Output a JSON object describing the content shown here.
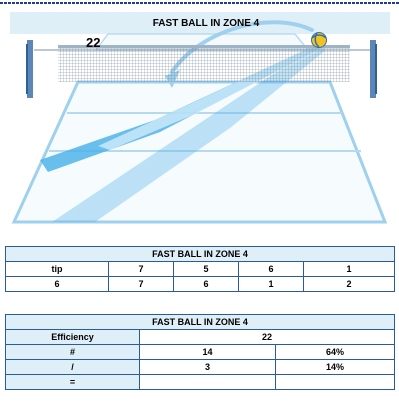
{
  "diagram": {
    "title": "FAST BALL IN ZONE 4",
    "player_number": "22"
  },
  "table1": {
    "title": "FAST BALL IN ZONE 4",
    "rows": [
      [
        "tip",
        "7",
        "5",
        "6",
        "1"
      ],
      [
        "6",
        "7",
        "6",
        "1",
        "2"
      ]
    ]
  },
  "table2": {
    "title": "FAST BALL IN ZONE 4",
    "header": {
      "label": "Efficiency",
      "value": "22"
    },
    "rows": [
      {
        "symbol": "#",
        "count": "14",
        "percent": "64%"
      },
      {
        "symbol": "/",
        "count": "3",
        "percent": "14%"
      },
      {
        "symbol": "=",
        "count": "",
        "percent": ""
      }
    ]
  },
  "colors": {
    "court_fill": "#f6fbfd",
    "court_border": "#9fd0ee",
    "title_bar": "#dfeff8",
    "trajectory": "#4fb3e9",
    "table_border": "#2a5aa4",
    "post": "#5a86b8",
    "ball": "#f4c21d"
  }
}
